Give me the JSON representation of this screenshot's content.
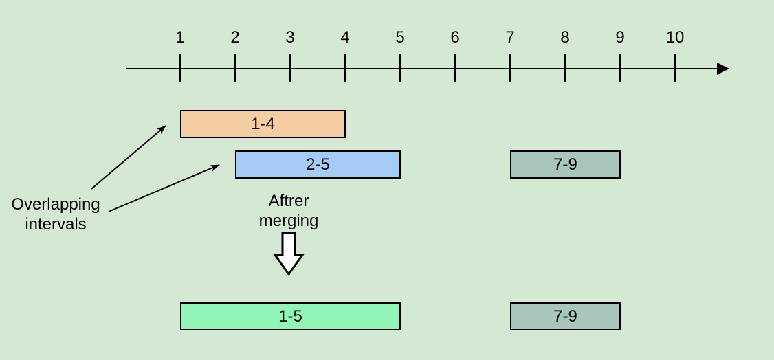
{
  "canvas": {
    "bg": "#D5E8D4"
  },
  "number_line": {
    "labels": [
      "1",
      "2",
      "3",
      "4",
      "5",
      "6",
      "7",
      "8",
      "9",
      "10"
    ]
  },
  "annotations": {
    "overlapping_line1": "Overlapping",
    "overlapping_line2": "intervals",
    "merging_line1": "Aftrer",
    "merging_line2": "merging"
  },
  "intervals": {
    "before": [
      {
        "label": "1-4",
        "start": 1,
        "end": 4,
        "color": "#F5CDA2"
      },
      {
        "label": "2-5",
        "start": 2,
        "end": 5,
        "color": "#A4CCF7"
      },
      {
        "label": "7-9",
        "start": 7,
        "end": 9,
        "color": "#A9C6BD"
      }
    ],
    "after": [
      {
        "label": "1-5",
        "start": 1,
        "end": 5,
        "color": "#90F5B6"
      },
      {
        "label": "7-9",
        "start": 7,
        "end": 9,
        "color": "#A9C6BD"
      }
    ]
  }
}
